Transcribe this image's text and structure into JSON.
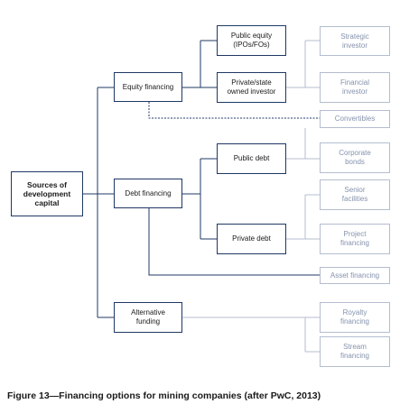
{
  "boxes": {
    "root": "Sources of\ndevelopment\ncapital",
    "equity_financing": "Equity financing",
    "debt_financing": "Debt financing",
    "alternative_funding": "Alternative\nfunding",
    "public_equity": "Public equity\n(IPOs/FOs)",
    "private_state_investor": "Private/state\nowned investor",
    "public_debt": "Public debt",
    "private_debt": "Private debt",
    "strategic_investor": "Strategic\ninvestor",
    "financial_investor": "Financial\ninvestor",
    "convertibles": "Convertibles",
    "corporate_bonds": "Corporate\nbonds",
    "senior_facilities": "Senior\nfacilities",
    "project_financing": "Project\nfinancing",
    "asset_financing": "Asset financing",
    "royalty_financing": "Royalty\nfinancing",
    "stream_financing": "Stream\nfinancing"
  },
  "caption": "Figure 13—Financing options for mining companies (after PwC, 2013)",
  "colors": {
    "main_border": "#1f3864",
    "side_border": "#b4bdcf",
    "side_text": "#8592ad",
    "main_connector": "#1f3864",
    "side_connector": "#b4bdcf"
  }
}
